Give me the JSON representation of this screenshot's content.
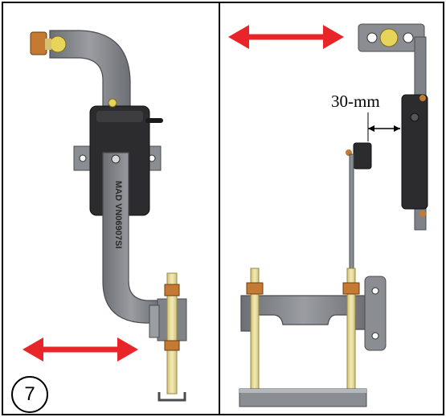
{
  "step": {
    "number": "7"
  },
  "dimension": {
    "label": "30-mm"
  },
  "colors": {
    "arrow": "#e8262a",
    "steel": "#8a8d91",
    "steel_dark": "#5f6266",
    "body": "#2c2c2e",
    "rod": "#e9dc9a",
    "nut": "#c57a34"
  },
  "left_panel": {
    "part_text": "MAD VN06907SI",
    "arrow": "double-headed-horizontal"
  },
  "right_panel": {
    "arrow": "double-headed-horizontal"
  }
}
